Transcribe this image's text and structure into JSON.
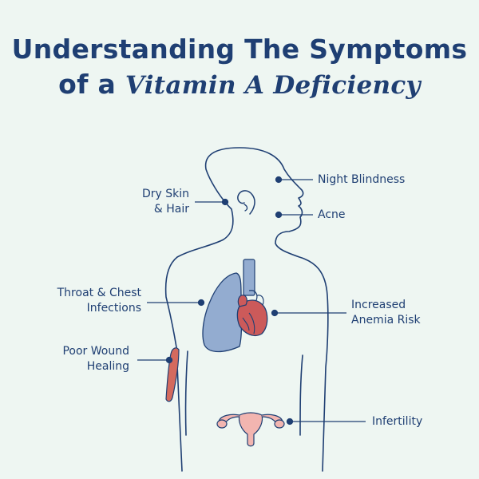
{
  "title": {
    "line1": "Understanding The Symptoms",
    "line2_prefix": "of a ",
    "line2_accent": "Vitamin A Deficiency"
  },
  "labels": {
    "night_blindness": "Night Blindness",
    "acne": "Acne",
    "dry_skin_line1": "Dry Skin",
    "dry_skin_line2": "& Hair",
    "throat_line1": "Throat & Chest",
    "throat_line2": "Infections",
    "anemia_line1": "Increased",
    "anemia_line2": "Anemia Risk",
    "wound_line1": "Poor Wound",
    "wound_line2": "Healing",
    "infertility": "Infertility"
  },
  "colors": {
    "background": "#eef6f2",
    "ink": "#1f3f73",
    "lung": "#93acd0",
    "heart": "#cc5a5a",
    "muscle": "#d46a5e",
    "uterus": "#f2b5b0"
  }
}
